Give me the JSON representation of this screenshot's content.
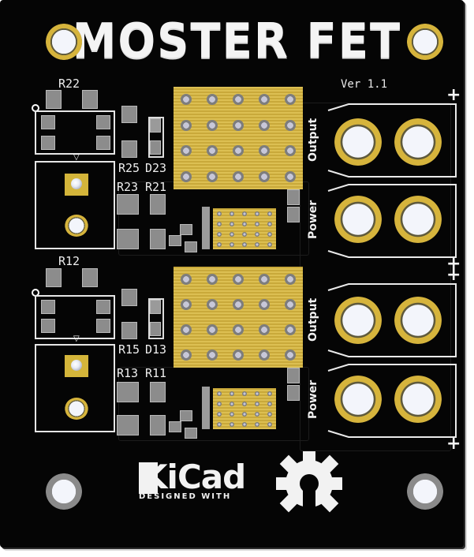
{
  "board": {
    "title": "MOSTER FET",
    "version": "Ver 1.1",
    "colors": {
      "board": "#050505",
      "gold": "#d4b53a",
      "silk": "#f2f2f2"
    }
  },
  "upper": {
    "refs": {
      "r22": "R22",
      "r25": "R25",
      "d23": "D23",
      "r23": "R23",
      "r21": "R21"
    },
    "output_label": "Output",
    "power_label": "Power"
  },
  "lower": {
    "refs": {
      "r12": "R12",
      "r15": "R15",
      "d13": "D13",
      "r13": "R13",
      "r11": "R11"
    },
    "output_label": "Output",
    "power_label": "Power"
  },
  "polarity": {
    "plus": "+"
  },
  "logo": {
    "kicad": "KiCad",
    "designed": "DESIGNED WITH",
    "oshw_icon": "open-source-hardware-icon"
  }
}
